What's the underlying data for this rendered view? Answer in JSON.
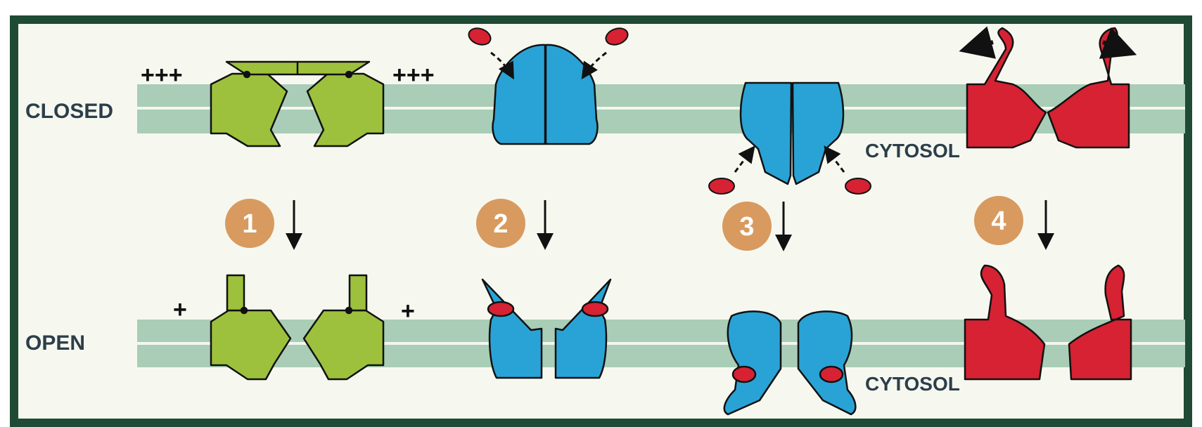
{
  "rows": {
    "closed_label": "CLOSED",
    "open_label": "OPEN"
  },
  "side_labels": {
    "cytosol_top": "CYTOSOL",
    "cytosol_bottom": "CYTOSOL"
  },
  "charges": {
    "closed_left": "+++",
    "closed_right": "+++",
    "open_left": "+",
    "open_right": "+"
  },
  "steps": [
    {
      "number": "1"
    },
    {
      "number": "2"
    },
    {
      "number": "3"
    },
    {
      "number": "4"
    }
  ],
  "colors": {
    "frame": "#1f4a35",
    "background": "#f6f8f0",
    "membrane": "#a9cdb6",
    "voltage_gated": "#9dc13c",
    "ligand_gated": "#29a3d6",
    "ligand": "#d62232",
    "mechanical": "#d62232",
    "step_badge": "#d89a5e"
  }
}
